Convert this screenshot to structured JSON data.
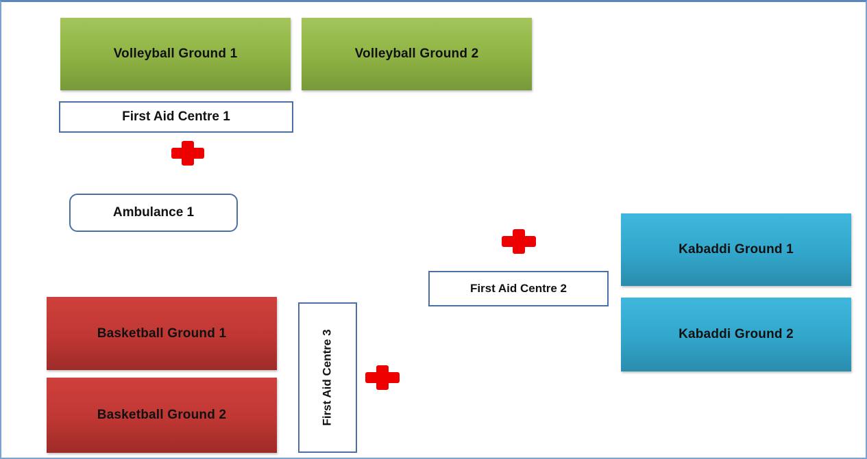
{
  "grounds": {
    "volleyball_1": "Volleyball Ground 1",
    "volleyball_2": "Volleyball Ground 2",
    "basketball_1": "Basketball Ground 1",
    "basketball_2": "Basketball Ground 2",
    "kabaddi_1": "Kabaddi Ground 1",
    "kabaddi_2": "Kabaddi Ground 2"
  },
  "facilities": {
    "first_aid_1": "First Aid Centre 1",
    "first_aid_2": "First Aid Centre 2",
    "first_aid_3": "First Aid Centre 3",
    "ambulance_1": "Ambulance 1"
  },
  "colors": {
    "volleyball": "#8eb243",
    "basketball": "#bf3733",
    "kabaddi": "#32a6cb",
    "first_aid_cross": "#ee0000",
    "box_border": "#4a6fa5"
  },
  "icons": [
    "red-cross-icon"
  ]
}
